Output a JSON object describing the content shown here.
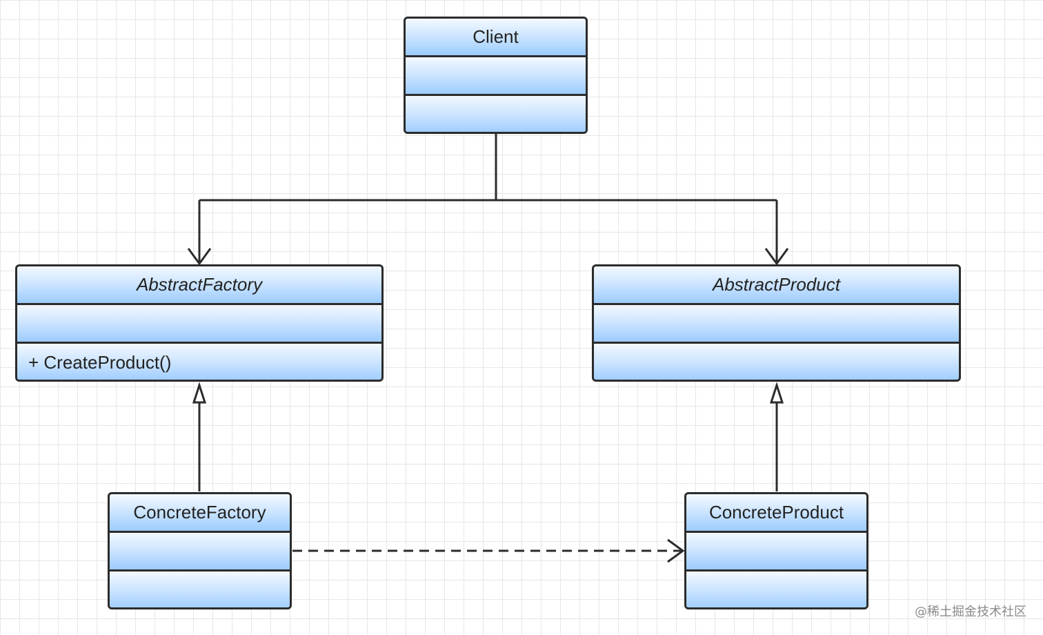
{
  "classes": {
    "client": {
      "name": "Client"
    },
    "abstract_factory": {
      "name": "AbstractFactory",
      "operation": "+ CreateProduct()"
    },
    "abstract_product": {
      "name": "AbstractProduct"
    },
    "concrete_factory": {
      "name": "ConcreteFactory"
    },
    "concrete_product": {
      "name": "ConcreteProduct"
    }
  },
  "relationships": [
    {
      "from": "Client",
      "to": "AbstractFactory",
      "type": "association"
    },
    {
      "from": "Client",
      "to": "AbstractProduct",
      "type": "association"
    },
    {
      "from": "ConcreteFactory",
      "to": "AbstractFactory",
      "type": "realization"
    },
    {
      "from": "ConcreteProduct",
      "to": "AbstractProduct",
      "type": "realization"
    },
    {
      "from": "ConcreteFactory",
      "to": "ConcreteProduct",
      "type": "dependency"
    }
  ],
  "watermark": "@稀土掘金技术社区",
  "colors": {
    "line": "#2b2b2b",
    "box_top": "#f3f9ff",
    "box_bottom": "#8ec5ff",
    "grid": "#e6e6e6"
  }
}
